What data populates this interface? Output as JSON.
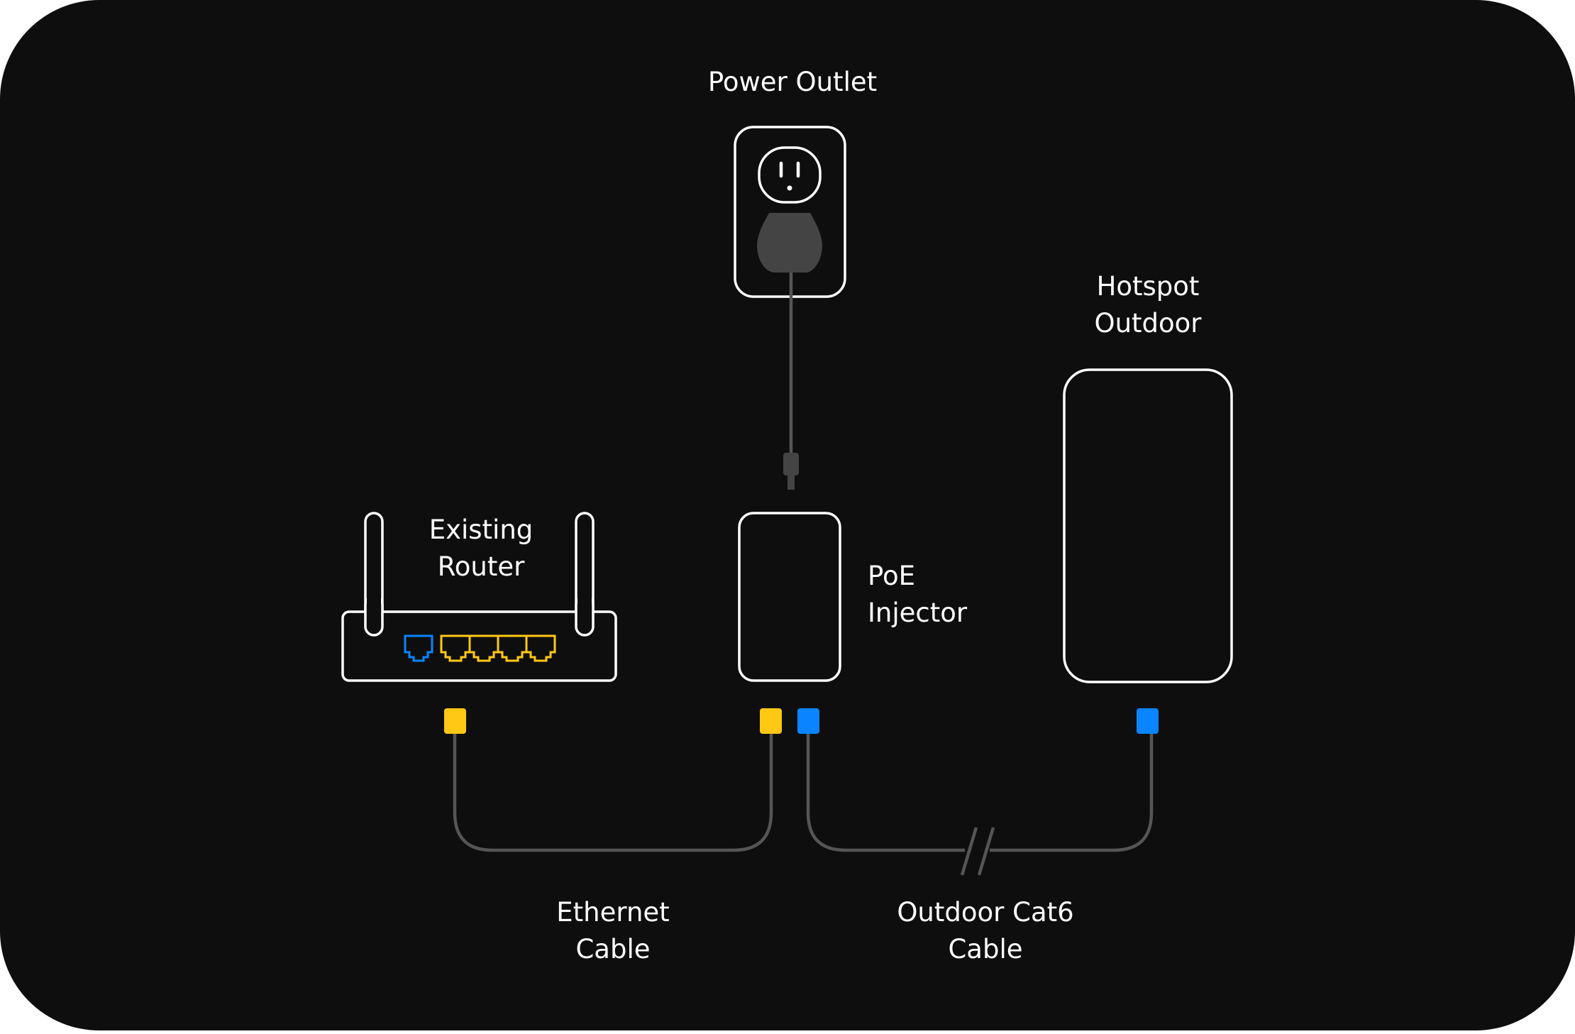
{
  "labels": {
    "power_outlet": "Power Outlet",
    "hotspot_line1": "Hotspot",
    "hotspot_line2": "Outdoor",
    "router_line1": "Existing",
    "router_line2": "Router",
    "poe_line1": "PoE",
    "poe_line2": "Injector",
    "ethernet_line1": "Ethernet",
    "ethernet_line2": "Cable",
    "cat6_line1": "Outdoor Cat6",
    "cat6_line2": "Cable"
  },
  "colors": {
    "background": "#0e0e0e",
    "outline": "#ffffff",
    "cable": "#555555",
    "plug": "#444444",
    "lan_port": "#ffc814",
    "poe_port": "#0a84ff"
  },
  "icons": {
    "outlet": "wall-outlet-icon",
    "router": "router-icon",
    "injector": "poe-injector-icon",
    "hotspot": "outdoor-hotspot-icon",
    "cable_break": "cable-break-icon"
  }
}
